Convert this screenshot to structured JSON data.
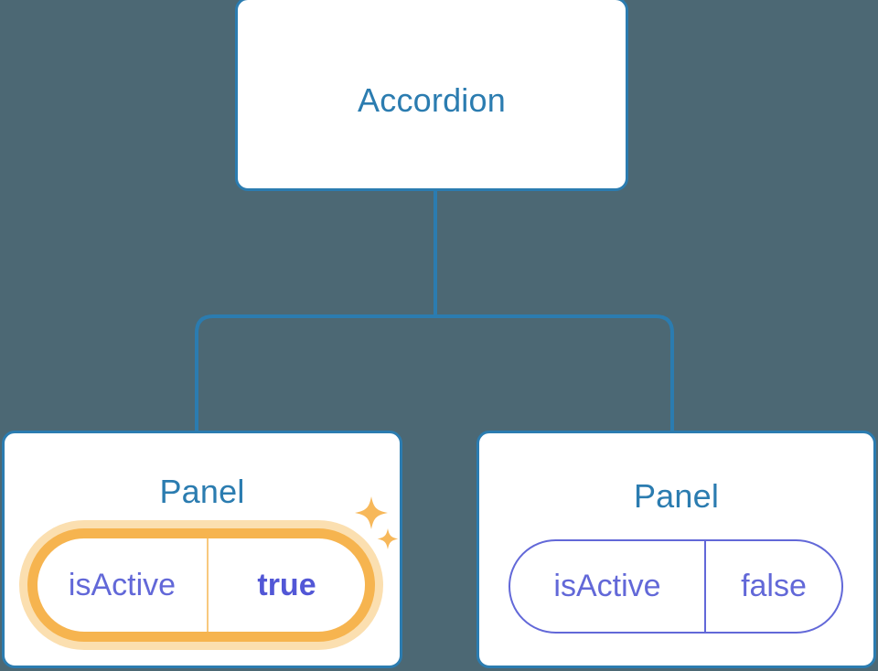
{
  "diagram": {
    "type": "component-tree",
    "background_color": "#4c6874",
    "node_border_color": "#2b7cb0",
    "node_title_color": "#2b7cb0",
    "connector_color": "#2b7cb0",
    "highlight_color": "#f6b44f",
    "highlight_glow_color": "#fbdfb0",
    "prop_text_color": "#6268d8"
  },
  "root": {
    "title": "Accordion"
  },
  "panels": [
    {
      "title": "Panel",
      "prop": {
        "key": "isActive",
        "value": "true"
      },
      "highlighted": true,
      "sparkle_icon": "sparkles-icon"
    },
    {
      "title": "Panel",
      "prop": {
        "key": "isActive",
        "value": "false"
      },
      "highlighted": false
    }
  ]
}
